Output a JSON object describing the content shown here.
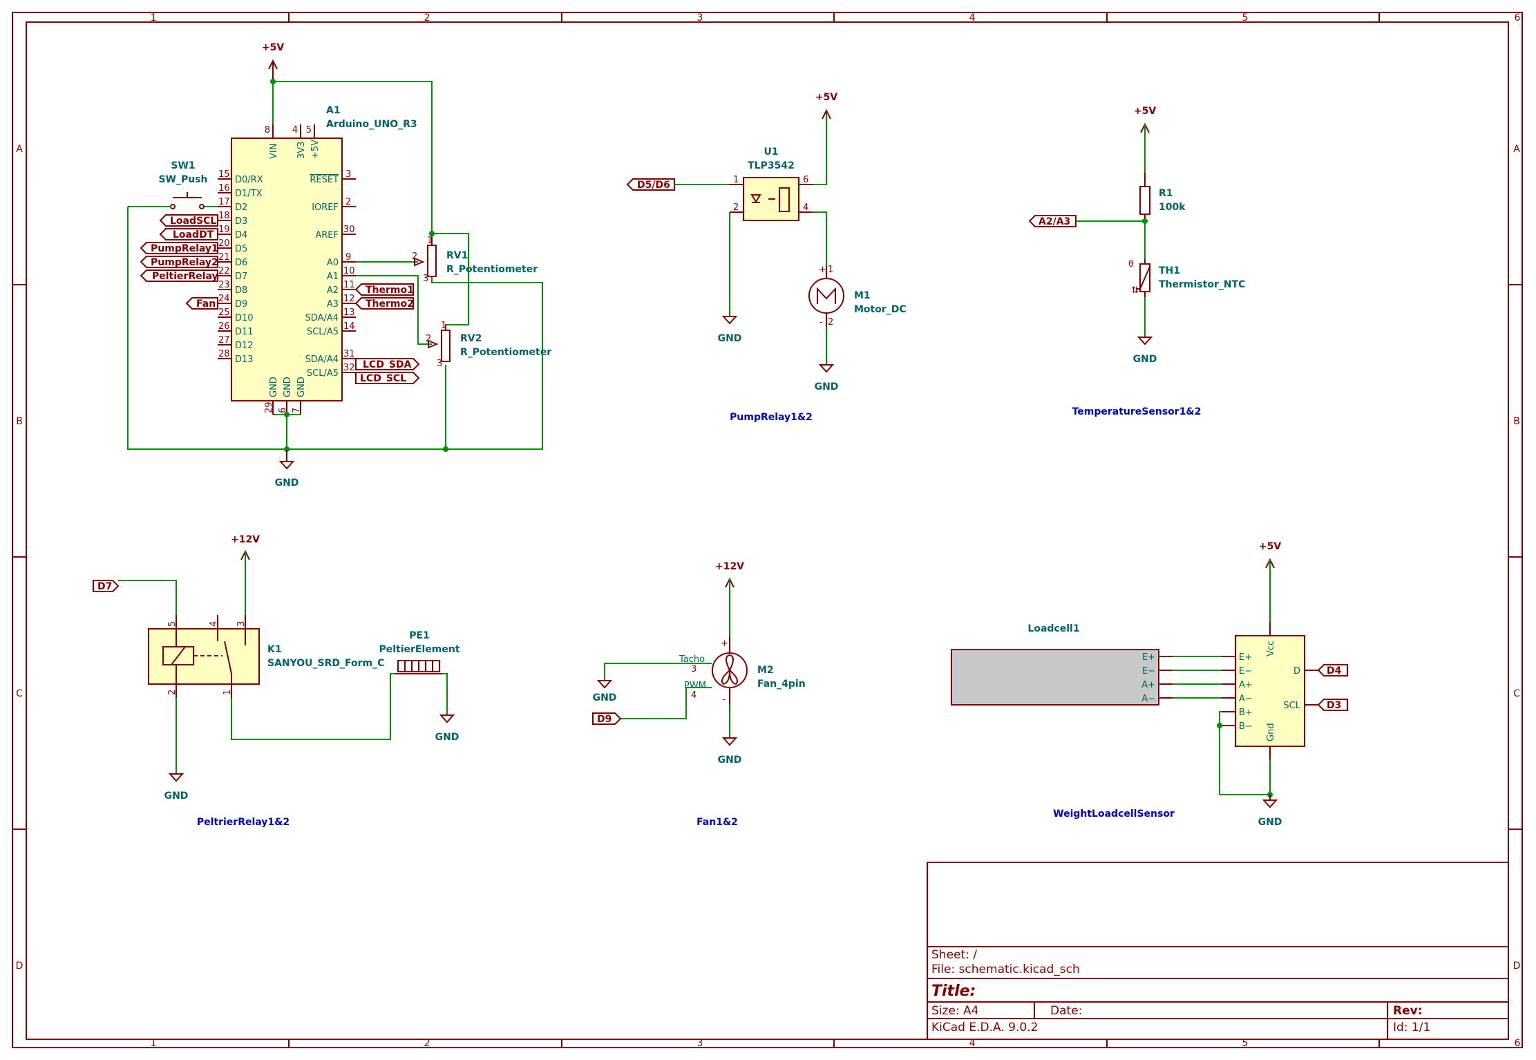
{
  "frame": {
    "columns": [
      "1",
      "2",
      "3",
      "4",
      "5",
      "6"
    ],
    "rows": [
      "A",
      "B",
      "C",
      "D"
    ]
  },
  "power": {
    "p5v": "+5V",
    "p12v": "+12V",
    "gnd": "GND"
  },
  "arduino": {
    "ref": "A1",
    "value": "Arduino_UNO_R3",
    "left_pins": [
      {
        "num": "15",
        "name": "D0/RX"
      },
      {
        "num": "16",
        "name": "D1/TX"
      },
      {
        "num": "17",
        "name": "D2"
      },
      {
        "num": "18",
        "name": "D3"
      },
      {
        "num": "19",
        "name": "D4"
      },
      {
        "num": "20",
        "name": "D5"
      },
      {
        "num": "21",
        "name": "D6"
      },
      {
        "num": "22",
        "name": "D7"
      },
      {
        "num": "23",
        "name": "D8"
      },
      {
        "num": "24",
        "name": "D9"
      },
      {
        "num": "25",
        "name": "D10"
      },
      {
        "num": "26",
        "name": "D11"
      },
      {
        "num": "27",
        "name": "D12"
      },
      {
        "num": "28",
        "name": "D13"
      }
    ],
    "right_pins": [
      {
        "num": "3",
        "name": "RESET"
      },
      {
        "num": "2",
        "name": "IOREF"
      },
      {
        "num": "30",
        "name": "AREF"
      },
      {
        "num": "9",
        "name": "A0"
      },
      {
        "num": "10",
        "name": "A1"
      },
      {
        "num": "11",
        "name": "A2"
      },
      {
        "num": "12",
        "name": "A3"
      },
      {
        "num": "13",
        "name": "SDA/A4"
      },
      {
        "num": "14",
        "name": "SCL/A5"
      },
      {
        "num": "31",
        "name": "SDA/A4"
      },
      {
        "num": "32",
        "name": "SCL/A5"
      }
    ],
    "top_pins": [
      {
        "num": "8",
        "name": "VIN"
      },
      {
        "num": "4",
        "name": "3V3"
      },
      {
        "num": "5",
        "name": "+5V"
      }
    ],
    "bottom_pins": [
      {
        "num": "29",
        "name": "GND"
      },
      {
        "num": "6",
        "name": "GND"
      },
      {
        "num": "7",
        "name": "GND"
      }
    ]
  },
  "sw1": {
    "ref": "SW1",
    "value": "SW_Push"
  },
  "rv1": {
    "ref": "RV1",
    "value": "R_Potentiometer"
  },
  "rv2": {
    "ref": "RV2",
    "value": "R_Potentiometer"
  },
  "labels": {
    "load_scl": "LoadSCL",
    "load_dt": "LoadDT",
    "pump_relay1": "PumpRelay1",
    "pump_relay2": "PumpRelay2",
    "peltier_relay": "PeltierRelay",
    "fan": "Fan",
    "thermo1": "Thermo1",
    "thermo2": "Thermo2",
    "lcd_sda": "LCD_SDA",
    "lcd_scl": "LCD_SCL",
    "d5d6": "D5/D6",
    "a2a3": "A2/A3",
    "d7": "D7",
    "d9": "D9",
    "d4": "D4",
    "d3": "D3"
  },
  "u1": {
    "ref": "U1",
    "value": "TLP3542",
    "pins": [
      "1",
      "2",
      "6",
      "4"
    ]
  },
  "m1": {
    "ref": "M1",
    "value": "Motor_DC",
    "pins": [
      "1",
      "2"
    ],
    "plus": "+",
    "minus": "-"
  },
  "r1": {
    "ref": "R1",
    "value": "100k"
  },
  "th1": {
    "ref": "TH1",
    "value": "Thermistor_NTC",
    "theta": "θ"
  },
  "k1": {
    "ref": "K1",
    "value": "SANYOU_SRD_Form_C",
    "pins": [
      "5",
      "4",
      "3",
      "2",
      "1"
    ]
  },
  "pe1": {
    "ref": "PE1",
    "value": "PeltierElement"
  },
  "m2": {
    "ref": "M2",
    "value": "Fan_4pin",
    "tacho": "Tacho",
    "pwm": "PWM",
    "pins": [
      "3",
      "4"
    ],
    "plus": "+",
    "minus": "-"
  },
  "loadcell": {
    "ref": "Loadcell1",
    "pins": [
      "E+",
      "E−",
      "A+",
      "A−"
    ]
  },
  "hx711": {
    "left_pins": [
      "E+",
      "E−",
      "A+",
      "A−",
      "B+",
      "B−"
    ],
    "vcc": "Vcc",
    "gnd": "Gnd",
    "d": "D",
    "scl": "SCL"
  },
  "notes": {
    "pump": "PumpRelay1&2",
    "temp": "TemperatureSensor1&2",
    "peltier": "PeltrierRelay1&2",
    "fan": "Fan1&2",
    "weight": "WeightLoadcellSensor"
  },
  "title_block": {
    "sheet": "Sheet: /",
    "file": "File: schematic.kicad_sch",
    "title": "Title:",
    "size": "Size: A4",
    "date": "Date:",
    "rev": "Rev:",
    "tool": "KiCad E.D.A. 9.0.2",
    "id": "Id: 1/1"
  },
  "colors": {
    "frame": "#840000",
    "wire": "#009100",
    "body_fill": "#ffffc2",
    "text_teal": "#006464",
    "note_blue": "#0000c8",
    "loadcell_fill": "#c8c8c8"
  }
}
